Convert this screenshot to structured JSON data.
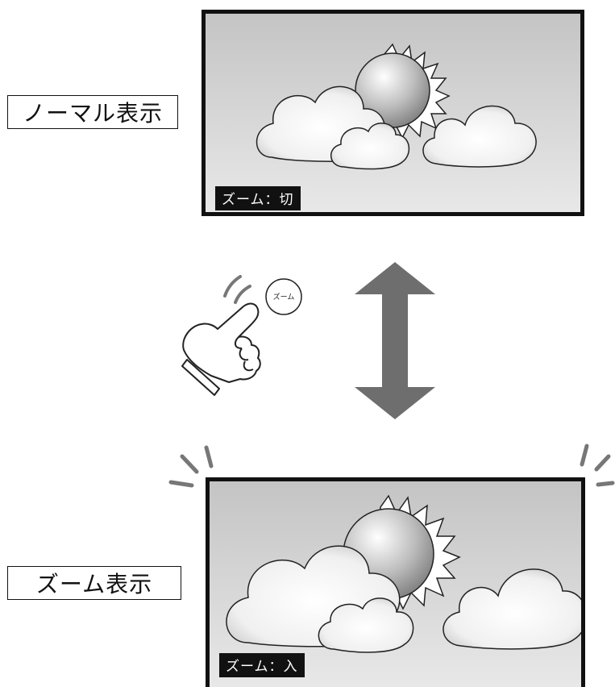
{
  "labels": {
    "normal": "ノーマル表示",
    "zoom": "ズーム表示"
  },
  "screens": {
    "normal_badge": "ズーム：切",
    "zoom_badge": "ズーム：入"
  },
  "remote": {
    "button_label": "ズーム"
  },
  "colors": {
    "screen_bg_top": "#c6c6c6",
    "screen_bg_bottom": "#e6e6e6",
    "arrow": "#6e6e6e",
    "frame": "#111111"
  },
  "icons": [
    "hand-pointer-icon",
    "press-motion-lines-icon",
    "zoom-button-icon",
    "double-arrow-icon",
    "sun-icon",
    "cloud-icon",
    "emphasis-marks-icon"
  ]
}
